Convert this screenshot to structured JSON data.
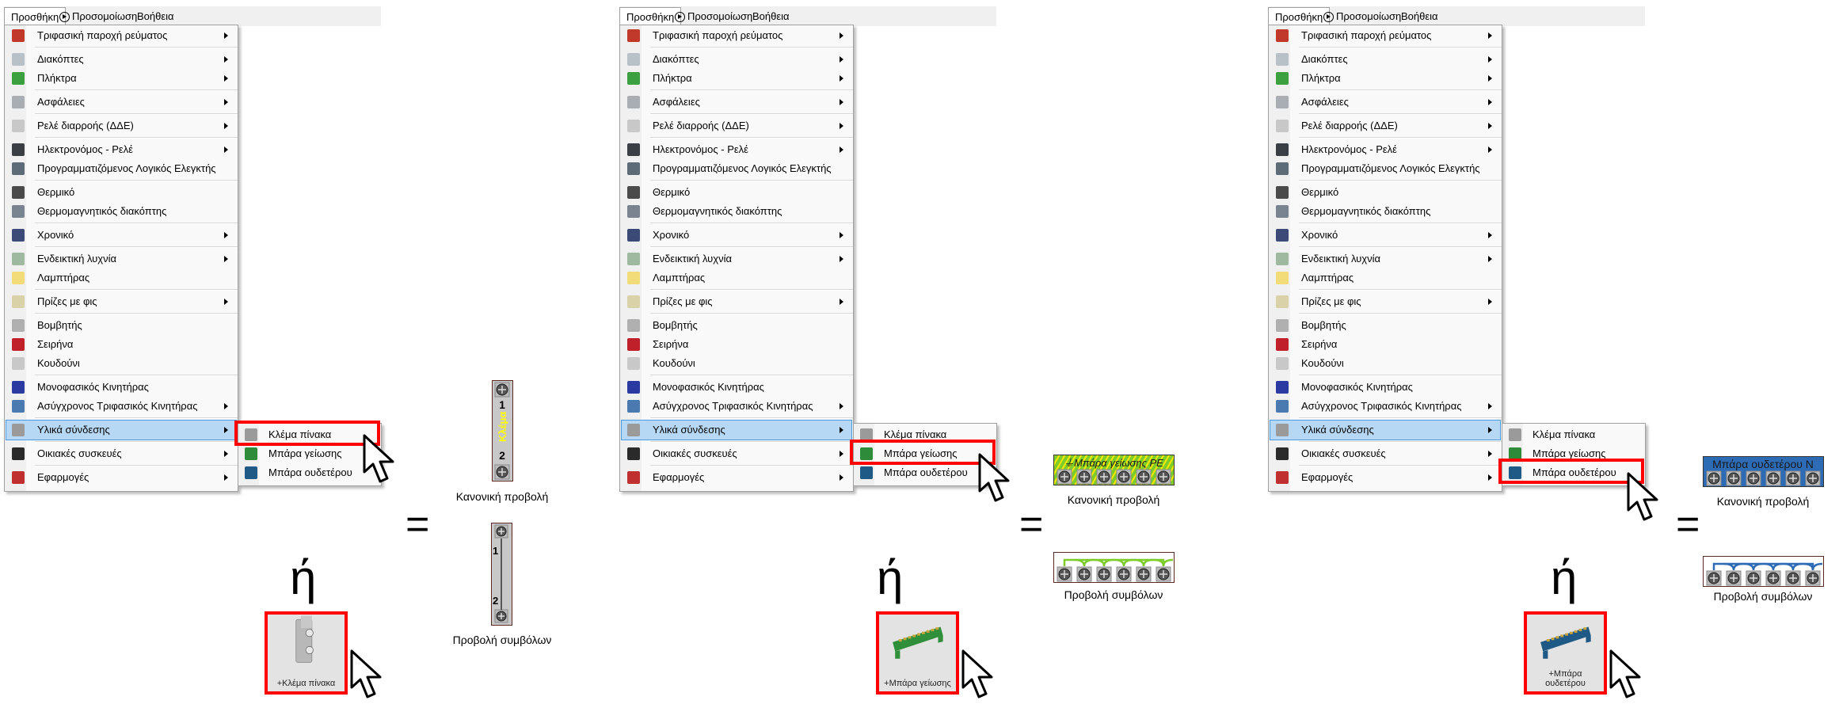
{
  "menubar": {
    "items": [
      {
        "label": "Προσθήκη"
      },
      {
        "label": "Προσομοίωση",
        "icon": "play-circle-icon"
      },
      {
        "label": "Βοήθεια"
      }
    ]
  },
  "menu": {
    "items": [
      {
        "label": "Τριφασική παροχή ρεύματος",
        "icon": "three-phase-supply-icon",
        "submenu": true,
        "sep": true,
        "color": "#c0392b"
      },
      {
        "label": "Διακόπτες",
        "icon": "switch-icon",
        "submenu": true,
        "sep": false,
        "color": "#b8c0c8"
      },
      {
        "label": "Πλήκτρα",
        "icon": "pushbutton-icon",
        "submenu": true,
        "sep": true,
        "color": "#3aa040"
      },
      {
        "label": "Ασφάλειες",
        "icon": "fuse-icon",
        "submenu": true,
        "sep": true,
        "color": "#a8aeb4"
      },
      {
        "label": "Ρελέ διαρροής (ΔΔΕ)",
        "icon": "rcd-icon",
        "submenu": true,
        "sep": true,
        "color": "#c8c8c8"
      },
      {
        "label": "Ηλεκτρονόμος - Ρελέ",
        "icon": "contactor-icon",
        "submenu": true,
        "sep": false,
        "color": "#3a3f46"
      },
      {
        "label": "Προγραμματιζόμενος Λογικός Ελεγκτής",
        "icon": "plc-icon",
        "submenu": false,
        "sep": true,
        "color": "#5d6a78"
      },
      {
        "label": "Θερμικό",
        "icon": "thermal-relay-icon",
        "submenu": false,
        "sep": false,
        "color": "#4a4a4a"
      },
      {
        "label": "Θερμομαγνητικός διακόπτης",
        "icon": "circuit-breaker-icon",
        "submenu": false,
        "sep": true,
        "color": "#7a8490"
      },
      {
        "label": "Χρονικό",
        "icon": "timer-icon",
        "submenu": true,
        "sep": true,
        "color": "#3c4a78"
      },
      {
        "label": "Ενδεικτική λυχνία",
        "icon": "indicator-lamp-icon",
        "submenu": true,
        "sep": false,
        "color": "#9fb8a0"
      },
      {
        "label": "Λαμπτήρας",
        "icon": "light-bulb-icon",
        "submenu": false,
        "sep": true,
        "color": "#f2dc7a"
      },
      {
        "label": "Πρίζες με φις",
        "icon": "socket-icon",
        "submenu": true,
        "sep": true,
        "color": "#d9d2a8"
      },
      {
        "label": "Βομβητής",
        "icon": "buzzer-icon",
        "submenu": false,
        "sep": false,
        "color": "#b0b0b0"
      },
      {
        "label": "Σειρήνα",
        "icon": "siren-icon",
        "submenu": false,
        "sep": false,
        "color": "#c0202a"
      },
      {
        "label": "Κουδούνι",
        "icon": "bell-icon",
        "submenu": false,
        "sep": true,
        "color": "#c8c8c8"
      },
      {
        "label": "Μονοφασικός Κινητήρας",
        "icon": "single-phase-motor-icon",
        "submenu": false,
        "sep": false,
        "color": "#2a3aa0"
      },
      {
        "label": "Ασύγχρονος Τριφασικός Κινητήρας",
        "icon": "three-phase-motor-icon",
        "submenu": true,
        "sep": true,
        "color": "#4a7ab0"
      },
      {
        "label": "Υλικά σύνδεσης",
        "icon": "terminal-block-icon",
        "submenu": true,
        "sep": true,
        "color": "#9a9a9a"
      },
      {
        "label": "Οικιακές συσκευές",
        "icon": "oven-icon",
        "submenu": true,
        "sep": true,
        "color": "#2a2a2a"
      },
      {
        "label": "Εφαρμογές",
        "icon": "applications-icon",
        "submenu": true,
        "sep": false,
        "color": "#c03030"
      }
    ],
    "highlighted_index": 18
  },
  "submenu": {
    "items": [
      {
        "label": "Κλέμα πίνακα",
        "icon": "terminal-block-icon",
        "color": "#9a9a9a"
      },
      {
        "label": "Μπάρα γείωσης",
        "icon": "earth-bar-icon",
        "color": "#2e8b3a"
      },
      {
        "label": "Μπάρα ουδετέρου",
        "icon": "neutral-bar-icon",
        "color": "#1f5a86"
      }
    ]
  },
  "equals": "=",
  "or_word": "ή",
  "panels": [
    {
      "selected_subitem": 0,
      "drag_label": "+Κλέμα πίνακα",
      "normal_view_label": "Κανονική προβολή",
      "symbol_view_label": "Προβολή συμβόλων",
      "component": "terminal",
      "component_text": "Κλέμα",
      "terminal_numbers": [
        "1",
        "2"
      ]
    },
    {
      "selected_subitem": 1,
      "drag_label": "+Μπάρα γείωσης",
      "normal_view_label": "Κανονική προβολή",
      "symbol_view_label": "Προβολή συμβόλων",
      "component": "earth",
      "component_text": "⏚Μπάρα γείωσης PE",
      "color": "#7ccc2a"
    },
    {
      "selected_subitem": 2,
      "drag_label": "+Μπάρα ουδετέρου",
      "normal_view_label": "Κανονική προβολή",
      "symbol_view_label": "Προβολή συμβόλων",
      "component": "neutral",
      "component_text": "Μπάρα ουδετέρου N",
      "color": "#2d6bb5"
    }
  ]
}
